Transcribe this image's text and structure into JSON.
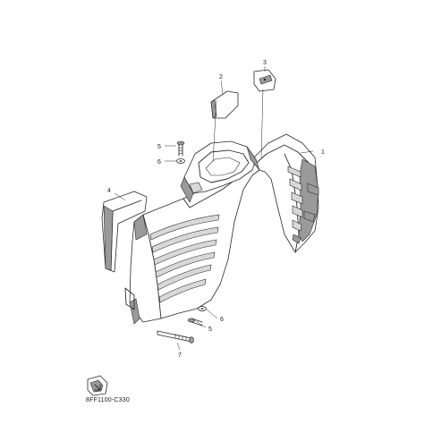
{
  "diagram_code": "8FF1100-C330",
  "callouts": {
    "part1": "1",
    "part2": "2",
    "part3": "3",
    "part4": "4",
    "part5_upper": "5",
    "part6_upper": "6",
    "part6_lower": "6",
    "part5_lower": "5",
    "part7": "7"
  },
  "icons": {
    "direction": "front-arrow-icon"
  },
  "colors": {
    "line": "#2a2a2a",
    "shade": "#9a9a9a",
    "background": "#ffffff"
  }
}
